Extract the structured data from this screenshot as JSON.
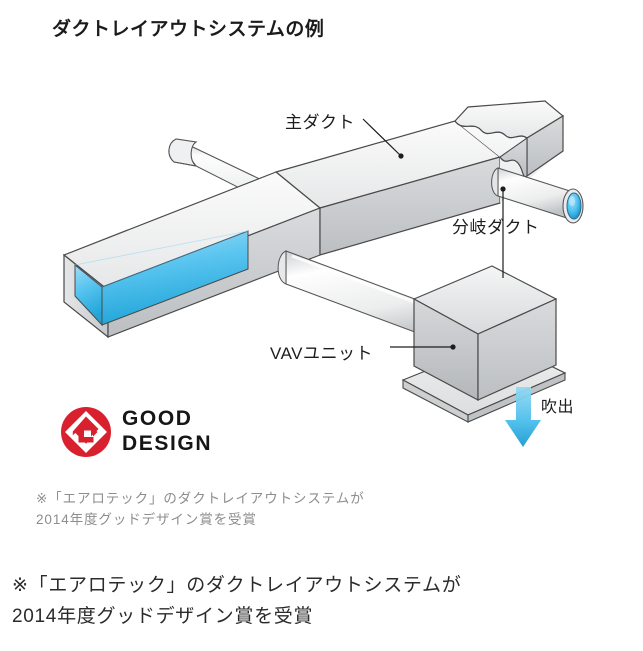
{
  "page": {
    "background_color": "#ffffff",
    "title": "ダクトレイアウトシステムの例"
  },
  "diagram": {
    "name": "duct-layout-isometric-illustration",
    "callouts": {
      "main_duct": "主ダクト",
      "branch_duct": "分岐ダクト",
      "vav_unit": "VAVユニット",
      "blowout": "吹出"
    },
    "colors": {
      "duct_top_face": "#f2f2f2",
      "duct_side_face": "#c9cbcd",
      "duct_end_face": "#d7d9db",
      "pipe_light": "#fdfdfd",
      "pipe_shade": "#d2d4d6",
      "opening_blue": "#4fc3ef",
      "opening_blue_dark": "#1a9fd4",
      "arrow_blue": "#4ec0ec",
      "outline": "#3a3a3a"
    }
  },
  "award_logo": {
    "mark_name": "good-design-award-mark",
    "mark_color": "#d8202f",
    "line1": "GOOD",
    "line2": "DESIGN"
  },
  "captions": {
    "small_note": "※「エアロテック」のダクトレイアウトシステムが\n2014年度グッドデザイン賞を受賞",
    "large_note": "※「エアロテック」のダクトレイアウトシステムが\n2014年度グッドデザイン賞を受賞"
  }
}
